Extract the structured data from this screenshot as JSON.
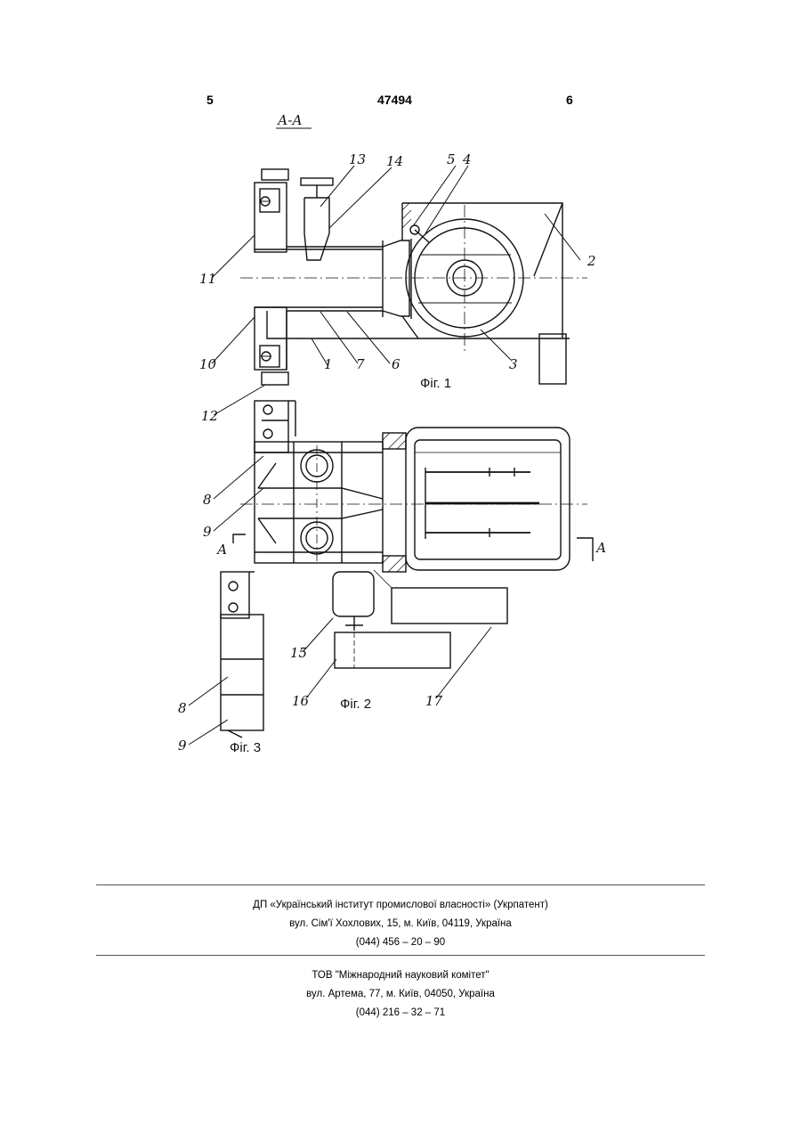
{
  "header": {
    "col_left": "5",
    "patent_number": "47494",
    "col_right": "6"
  },
  "section_label": "А-А",
  "section_marker": "А",
  "figures": {
    "fig1": "Фіг. 1",
    "fig2": "Фіг. 2",
    "fig3": "Фіг. 3"
  },
  "callouts": [
    "1",
    "2",
    "3",
    "4",
    "5",
    "6",
    "7",
    "8",
    "9",
    "10",
    "11",
    "12",
    "13",
    "14",
    "15",
    "16",
    "17"
  ],
  "footer": {
    "block1": {
      "org": "ДП «Український інститут промислової власності» (Укрпатент)",
      "address": "вул. Сім'ї Хохлових, 15, м. Київ, 04119, Україна",
      "phone": "(044) 456 – 20 – 90"
    },
    "block2": {
      "org": "ТОВ \"Міжнародний науковий комітет\"",
      "address": "вул. Артема, 77, м. Київ, 04050, Україна",
      "phone": "(044) 216 – 32 – 71"
    }
  }
}
